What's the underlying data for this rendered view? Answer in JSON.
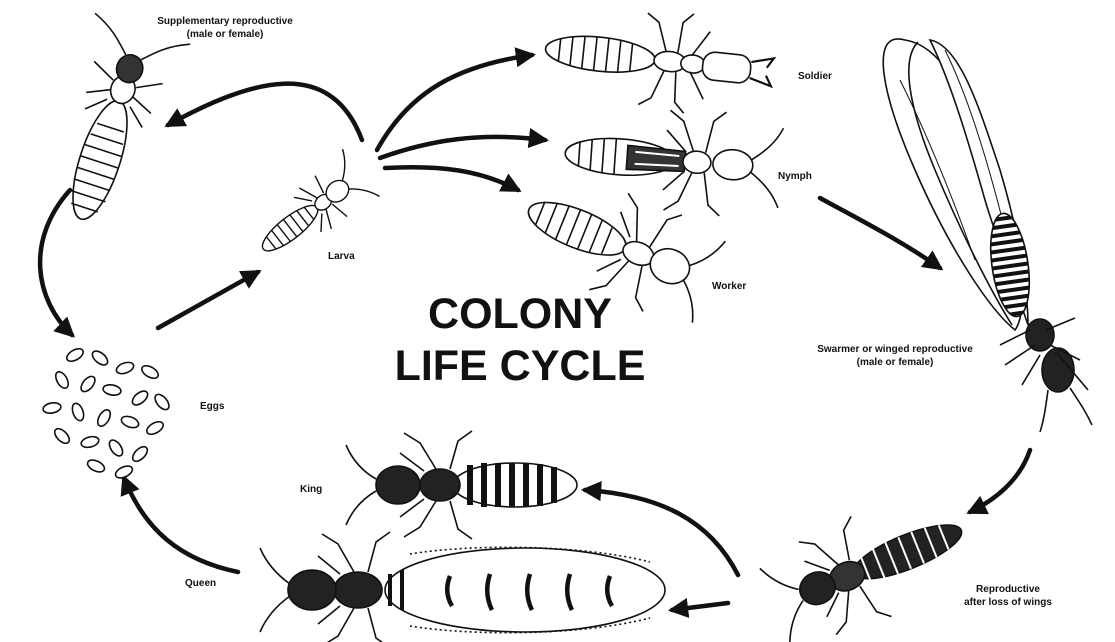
{
  "diagram": {
    "title": {
      "line1": "COLONY",
      "line2": "LIFE CYCLE"
    },
    "labels": {
      "supplementary": {
        "line1": "Supplementary reproductive",
        "line2": "(male or female)"
      },
      "soldier": "Soldier",
      "nymph": "Nymph",
      "worker": "Worker",
      "larva": "Larva",
      "eggs": "Eggs",
      "swarmer": {
        "line1": "Swarmer or winged reproductive",
        "line2": "(male or female)"
      },
      "king": "King",
      "queen": "Queen",
      "reproductive_wingless": {
        "line1": "Reproductive",
        "line2": "after loss of wings"
      }
    },
    "illustrations": [
      "supplementary-reproductive-termite",
      "soldier-termite",
      "nymph-termite",
      "worker-termite",
      "larva-termite",
      "egg-cluster",
      "swarmer-winged-termite",
      "dealate-reproductive-termite",
      "king-termite",
      "queen-termite"
    ],
    "colors": {
      "ink": "#111111",
      "background": "#ffffff"
    }
  }
}
